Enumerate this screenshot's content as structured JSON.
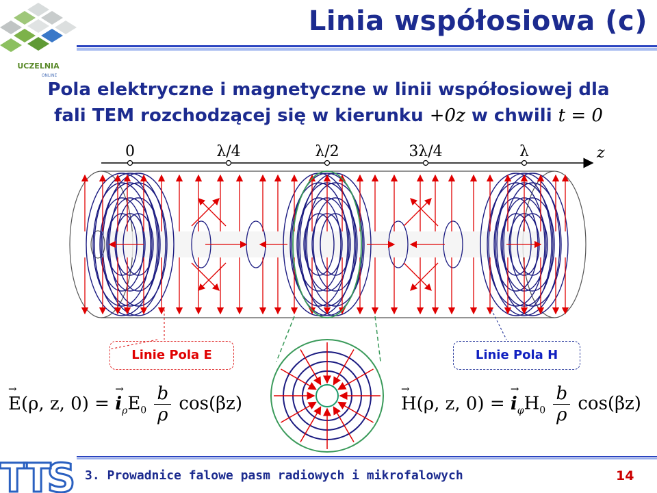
{
  "header": {
    "title": "Linia współosiowa (c)",
    "logo_text": "UCZELNIA",
    "logo_subtext": "ONLINE"
  },
  "subtitle": {
    "line1": "Pola elektryczne i magnetyczne w linii współosiowej dla",
    "line2_prefix": "fali TEM rozchodzącej się w kierunku",
    "line2_dir": "+0z",
    "line2_mid": "w chwili",
    "line2_time": "t = 0"
  },
  "axis": {
    "label": "z",
    "ticks": [
      "0",
      "λ/4",
      "λ/2",
      "3λ/4",
      "λ"
    ]
  },
  "labels": {
    "e_lines": "Linie Pola E",
    "h_lines": "Linie Pola H"
  },
  "equations": {
    "e_lhs": "E(ρ, z, 0)",
    "e_coef": "E",
    "e_sub": "0",
    "h_lhs": "H(ρ, z, 0)",
    "h_coef": "H",
    "h_sub": "0",
    "frac_num": "b",
    "frac_den": "ρ",
    "cos_term": "cos(βz)",
    "i_rho": "i",
    "i_rho_sub": "ρ",
    "i_phi": "i",
    "i_phi_sub": "φ",
    "equals": "="
  },
  "footer": {
    "logo_text": "TTS",
    "text": "3. Prowadnice falowe pasm radiowych i mikrofalowych",
    "page": "14"
  },
  "colors": {
    "title": "#1c2b8f",
    "e_field": "#e00000",
    "h_field": "#1a1a80",
    "zoom": "#3a9a5a",
    "page_num": "#cc0000"
  }
}
